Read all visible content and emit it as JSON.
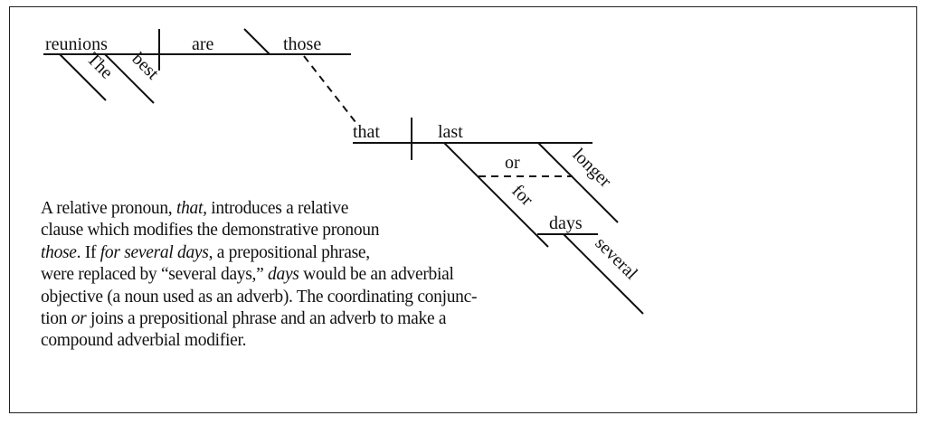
{
  "diagram": {
    "subject": "reunions",
    "verb": "are",
    "predicate_pronoun": "those",
    "modifiers_subject": [
      "The",
      "best"
    ],
    "clause_subject": "that",
    "clause_verb": "last",
    "conjunction": "or",
    "preposition": "for",
    "object_of_preposition": "days",
    "adverb": "longer",
    "object_modifier": "several"
  },
  "note": {
    "lines": [
      [
        {
          "t": "A relative pronoun, ",
          "i": false
        },
        {
          "t": "that,",
          "i": true
        },
        {
          "t": " introduces a relative",
          "i": false
        }
      ],
      [
        {
          "t": "clause which modifies the demonstrative pronoun",
          "i": false
        }
      ],
      [
        {
          "t": "those",
          "i": true
        },
        {
          "t": ". If ",
          "i": false
        },
        {
          "t": "for several days",
          "i": true
        },
        {
          "t": ", a prepositional phrase,",
          "i": false
        }
      ],
      [
        {
          "t": "were replaced by “several days,” ",
          "i": false
        },
        {
          "t": "days",
          "i": true
        },
        {
          "t": " would be an adverbial",
          "i": false
        }
      ],
      [
        {
          "t": "objective (a noun used as an adverb). The coordinating conjunc-",
          "i": false
        }
      ],
      [
        {
          "t": "tion ",
          "i": false
        },
        {
          "t": "or",
          "i": true
        },
        {
          "t": " joins a prepositional phrase and an adverb to make a",
          "i": false
        }
      ],
      [
        {
          "t": "compound adverbial modifier.",
          "i": false
        }
      ]
    ]
  }
}
